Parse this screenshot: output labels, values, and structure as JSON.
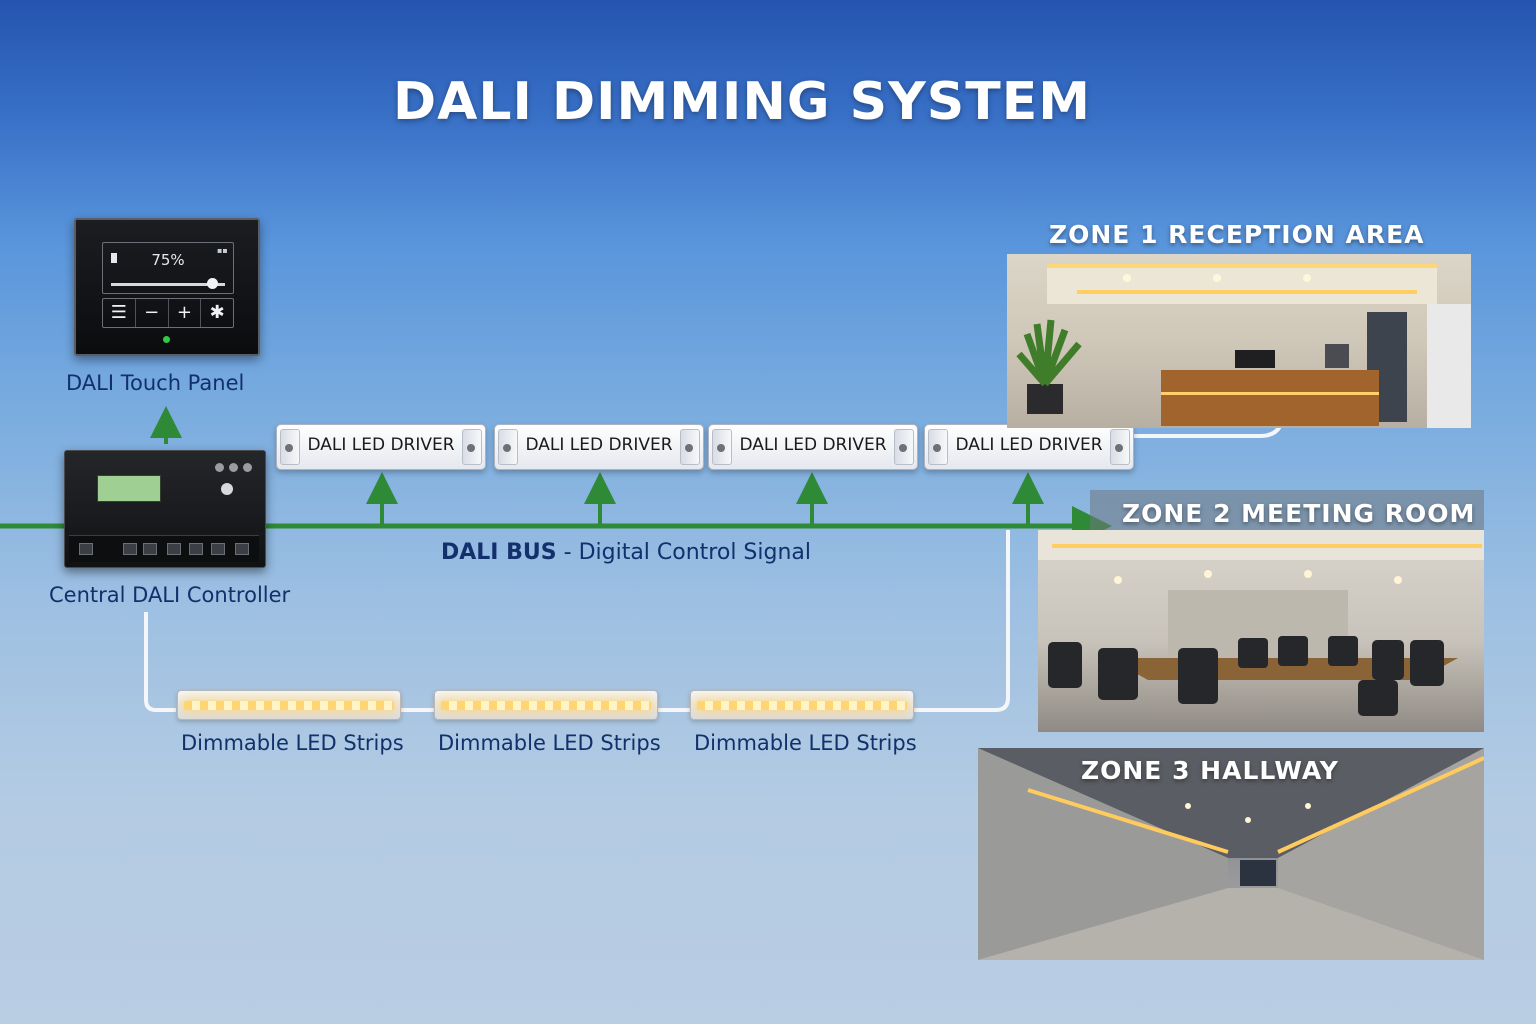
{
  "title": "DALI DIMMING SYSTEM",
  "touch_panel": {
    "label": "DALI Touch Panel",
    "level_text": "75%",
    "level": 0.75,
    "buttons": [
      "☰",
      "−",
      "+",
      "✱"
    ]
  },
  "controller": {
    "label": "Central DALI Controller"
  },
  "drivers": [
    {
      "label": "DALI LED DRIVER"
    },
    {
      "label": "DALI LED DRIVER"
    },
    {
      "label": "DALI LED DRIVER"
    },
    {
      "label": "DALI LED DRIVER"
    }
  ],
  "bus": {
    "name": "DALI BUS",
    "description": " - Digital Control Signal"
  },
  "strips": [
    {
      "label": "Dimmable LED Strips"
    },
    {
      "label": "Dimmable LED Strips"
    },
    {
      "label": "Dimmable LED Strips"
    }
  ],
  "zones": [
    {
      "title": "ZONE 1 RECEPTION AREA"
    },
    {
      "title": "ZONE 2 MEETING ROOM"
    },
    {
      "title": "ZONE 3 HALLWAY"
    }
  ],
  "colors": {
    "bus": "#2e8a36",
    "label_text": "#12306c",
    "led_glow": "#ffd574"
  }
}
